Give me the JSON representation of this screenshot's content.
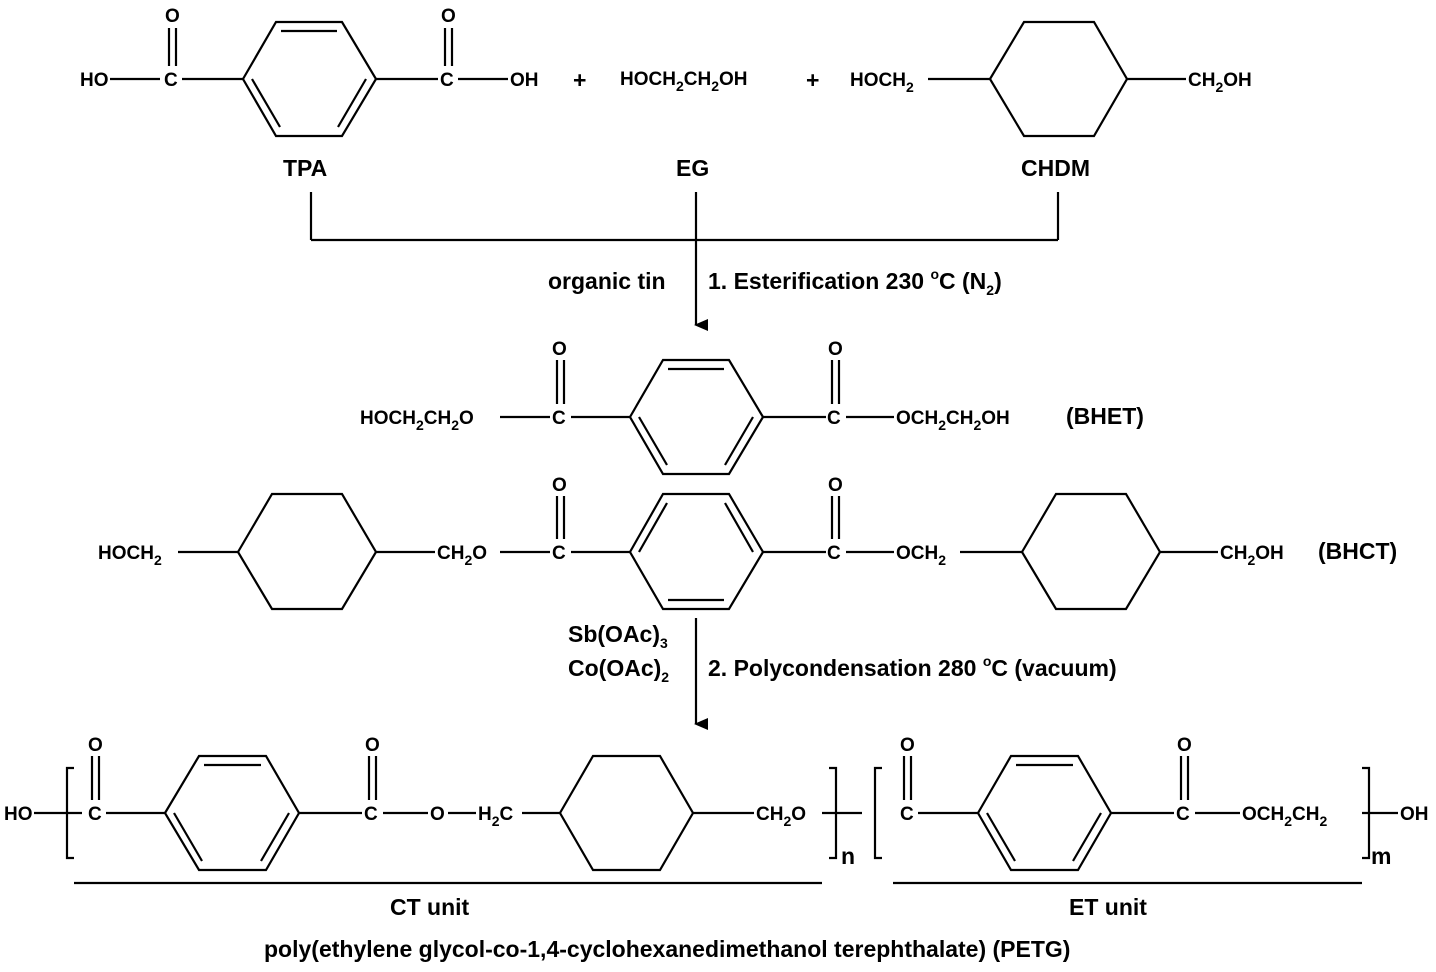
{
  "reactants": {
    "tpa": {
      "left": "HO",
      "c1": "C",
      "o1": "O",
      "c2": "C",
      "o2": "O",
      "right": "OH",
      "label": "TPA"
    },
    "plus1": "+",
    "eg": {
      "formula": [
        "HOCH",
        "2",
        "CH",
        "2",
        "OH"
      ],
      "label": "EG"
    },
    "plus2": "+",
    "chdm": {
      "left": [
        "HOCH",
        "2"
      ],
      "right": [
        "CH",
        "2",
        "OH"
      ],
      "label": "CHDM"
    }
  },
  "step1": {
    "catalyst": "organic tin",
    "text": [
      "1. Esterification  230 ",
      "o",
      "C (N",
      "2",
      ")"
    ]
  },
  "bhet": {
    "left": [
      "HOCH",
      "2",
      "CH",
      "2",
      "O"
    ],
    "c1": "C",
    "o1": "O",
    "c2": "C",
    "o2": "O",
    "right": [
      "OCH",
      "2",
      "CH",
      "2",
      "OH"
    ],
    "label": "(BHET)"
  },
  "bhct": {
    "left": [
      "HOCH",
      "2"
    ],
    "mid_left": [
      "CH",
      "2",
      "O"
    ],
    "c1": "C",
    "o1": "O",
    "c2": "C",
    "o2": "O",
    "mid_right": [
      "OCH",
      "2"
    ],
    "right": [
      "CH",
      "2",
      "OH"
    ],
    "label": "(BHCT)"
  },
  "step2": {
    "catalyst1": [
      "Sb(OAc)",
      "3"
    ],
    "catalyst2": [
      "Co(OAc)",
      "2"
    ],
    "text": [
      "2. Polycondensation  280 ",
      "o",
      "C (vacuum)"
    ]
  },
  "petg": {
    "end_left": "HO",
    "c1": "C",
    "o1": "O",
    "c2": "C",
    "o2": "O",
    "ester_o": "O",
    "h2c": [
      "H",
      "2",
      "C"
    ],
    "ch2o": [
      "CH",
      "2",
      "O"
    ],
    "n": "n",
    "c3": "C",
    "o3": "O",
    "c4": "C",
    "o4": "O",
    "right": [
      "OCH",
      "2",
      "CH",
      "2"
    ],
    "m": "m",
    "end_right": "OH",
    "ct_label": "CT unit",
    "et_label": "ET unit",
    "name": "poly(ethylene glycol-co-1,4-cyclohexanedimethanol terephthalate) (PETG)"
  }
}
